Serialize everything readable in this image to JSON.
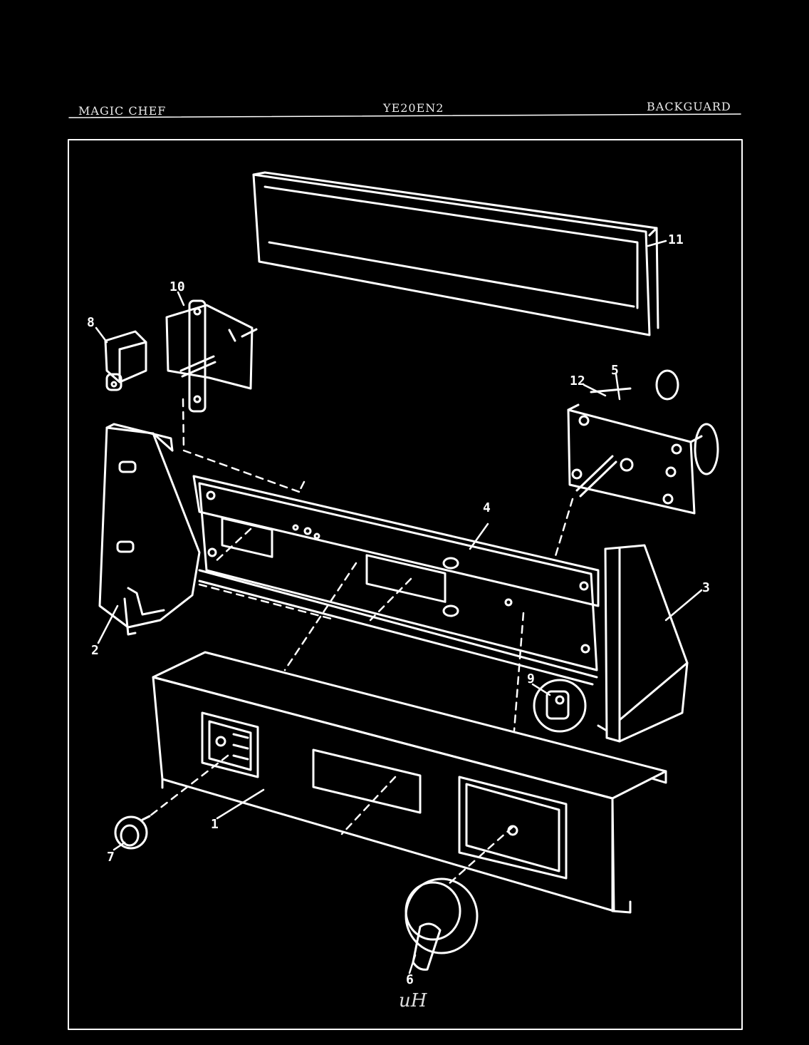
{
  "header": {
    "brand": "MAGIC CHEF",
    "model": "YE20EN2",
    "section": "BACKGUARD"
  },
  "callouts": {
    "p1": "1",
    "p2": "2",
    "p3": "3",
    "p4": "4",
    "p5": "5",
    "p6": "6",
    "p7": "7",
    "p8": "8",
    "p9": "9",
    "p10": "10",
    "p11": "11",
    "p12": "12"
  },
  "handwritten_note": "uH",
  "colors": {
    "background": "#000000",
    "line": "#ffffff"
  }
}
